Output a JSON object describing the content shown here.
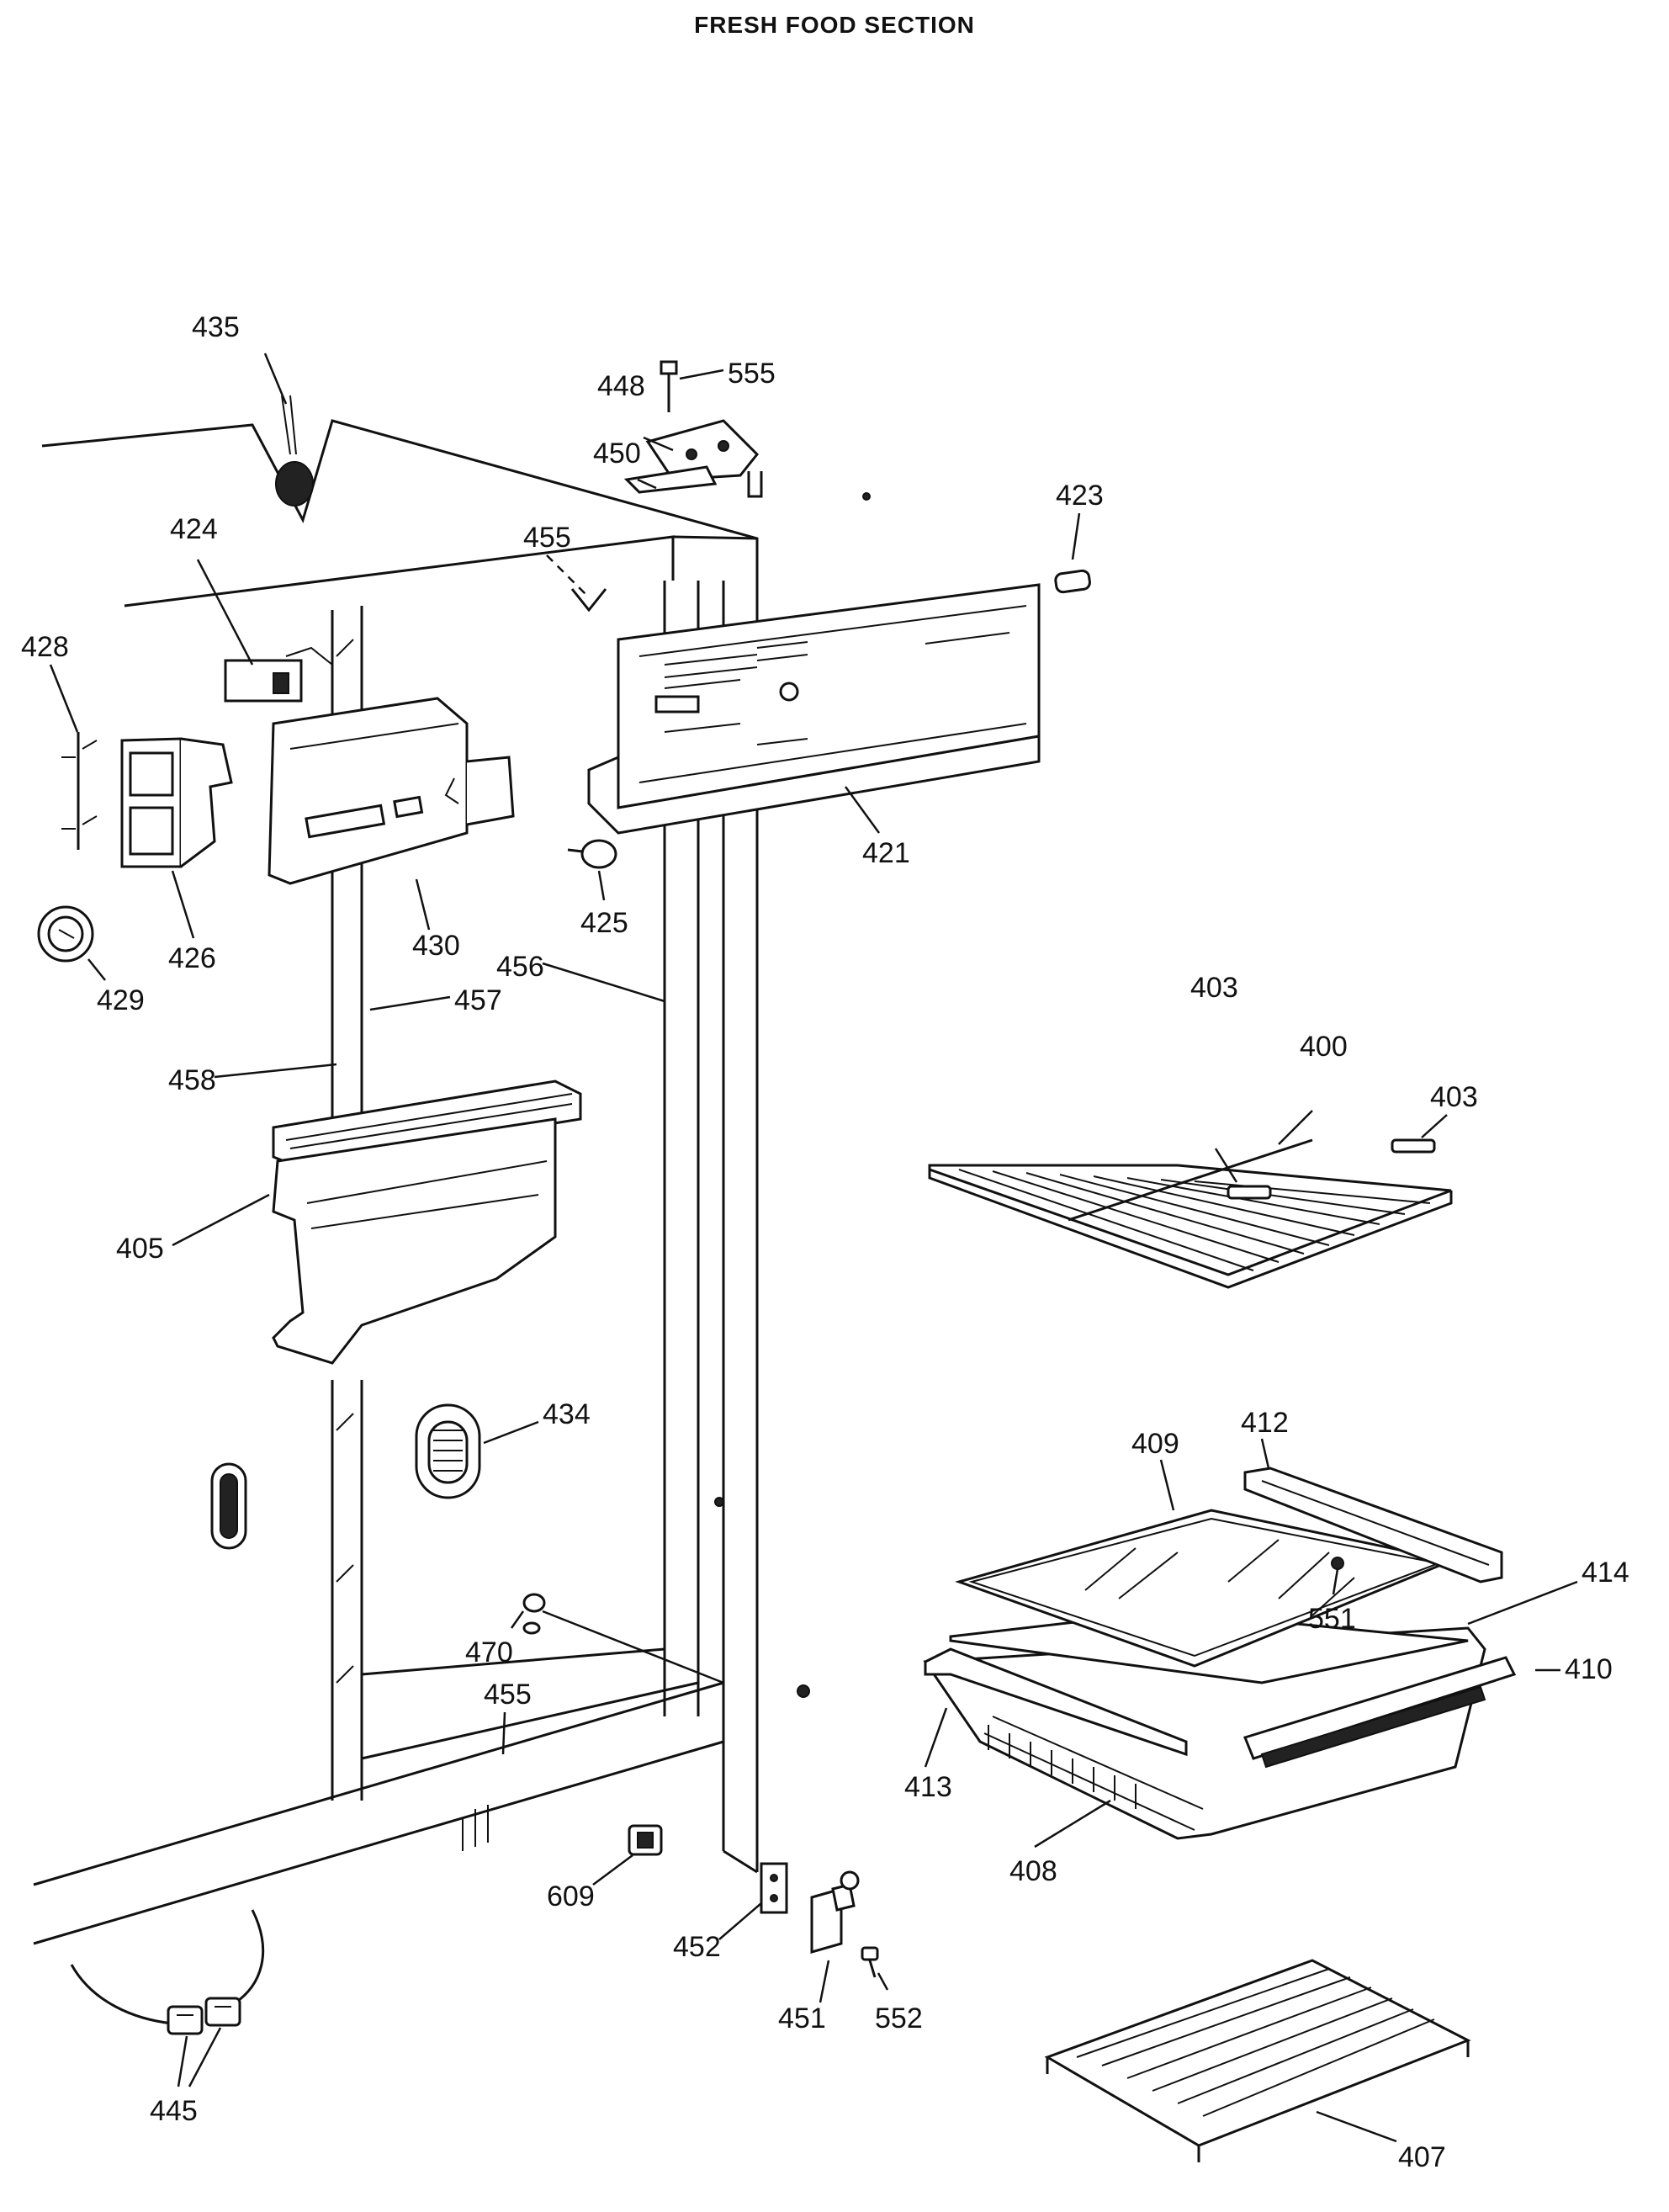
{
  "title": "FRESH FOOD SECTION",
  "callouts": [
    {
      "id": "c435",
      "text": "435"
    },
    {
      "id": "c448",
      "text": "448"
    },
    {
      "id": "c555",
      "text": "555"
    },
    {
      "id": "c450",
      "text": "450"
    },
    {
      "id": "c423",
      "text": "423"
    },
    {
      "id": "c455top",
      "text": "455"
    },
    {
      "id": "c424",
      "text": "424"
    },
    {
      "id": "c428",
      "text": "428"
    },
    {
      "id": "c426",
      "text": "426"
    },
    {
      "id": "c430",
      "text": "430"
    },
    {
      "id": "c425",
      "text": "425"
    },
    {
      "id": "c421",
      "text": "421"
    },
    {
      "id": "c429",
      "text": "429"
    },
    {
      "id": "c456",
      "text": "456"
    },
    {
      "id": "c457",
      "text": "457"
    },
    {
      "id": "c458",
      "text": "458"
    },
    {
      "id": "c403a",
      "text": "403"
    },
    {
      "id": "c400",
      "text": "400"
    },
    {
      "id": "c403b",
      "text": "403"
    },
    {
      "id": "c405",
      "text": "405"
    },
    {
      "id": "c434",
      "text": "434"
    },
    {
      "id": "c409",
      "text": "409"
    },
    {
      "id": "c412",
      "text": "412"
    },
    {
      "id": "c414",
      "text": "414"
    },
    {
      "id": "c551",
      "text": "551"
    },
    {
      "id": "c470",
      "text": "470"
    },
    {
      "id": "c455bot",
      "text": "455"
    },
    {
      "id": "c410",
      "text": "410"
    },
    {
      "id": "c413",
      "text": "413"
    },
    {
      "id": "c408",
      "text": "408"
    },
    {
      "id": "c609",
      "text": "609"
    },
    {
      "id": "c452",
      "text": "452"
    },
    {
      "id": "c451",
      "text": "451"
    },
    {
      "id": "c552",
      "text": "552"
    },
    {
      "id": "c445",
      "text": "445"
    },
    {
      "id": "c407",
      "text": "407"
    }
  ]
}
